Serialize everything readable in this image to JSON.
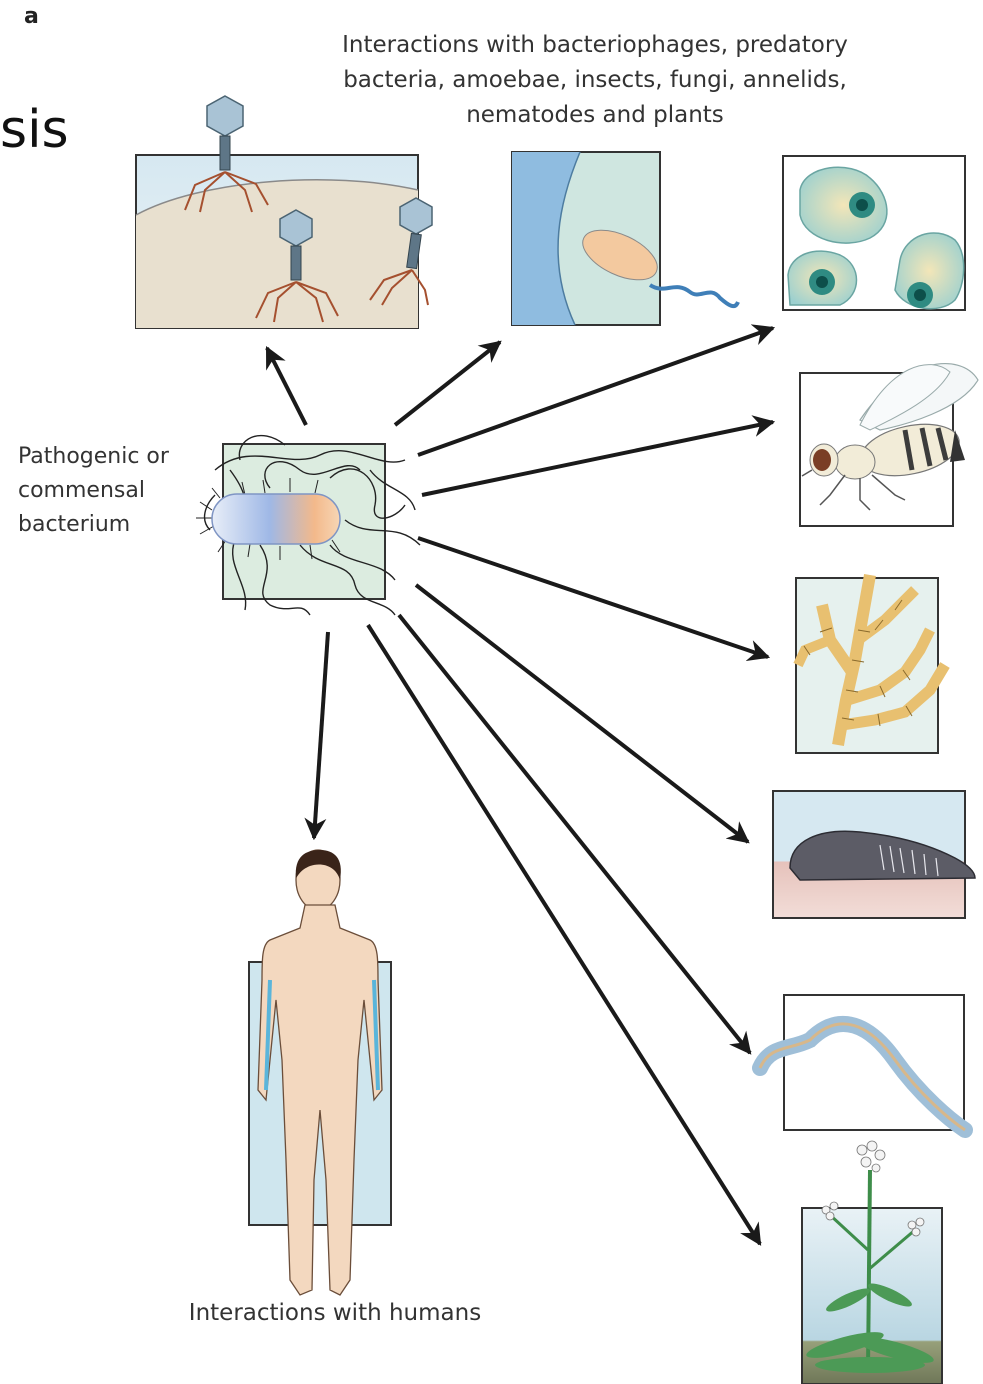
{
  "panel_letter": "a",
  "fragment_text": "sis",
  "top_caption": "Interactions with bacteriophages, predatory bacteria, amoebae, insects, fungi, annelids, nematodes and plants",
  "left_caption": "Pathogenic or commensal bacterium",
  "bottom_caption": "Interactions with humans",
  "icons": {
    "center": "bacterium-icon",
    "targets": [
      "bacteriophage-icon",
      "predatory-bacteria-icon",
      "amoebae-icon",
      "insect-fly-icon",
      "fungus-hyphae-icon",
      "annelid-worm-icon",
      "nematode-icon",
      "plant-icon",
      "human-icon"
    ]
  },
  "colors": {
    "frame": "#333333",
    "arrow": "#1a1a1a",
    "pale_blue": "#cfe3ee",
    "pale_green": "#d9ebdd"
  }
}
